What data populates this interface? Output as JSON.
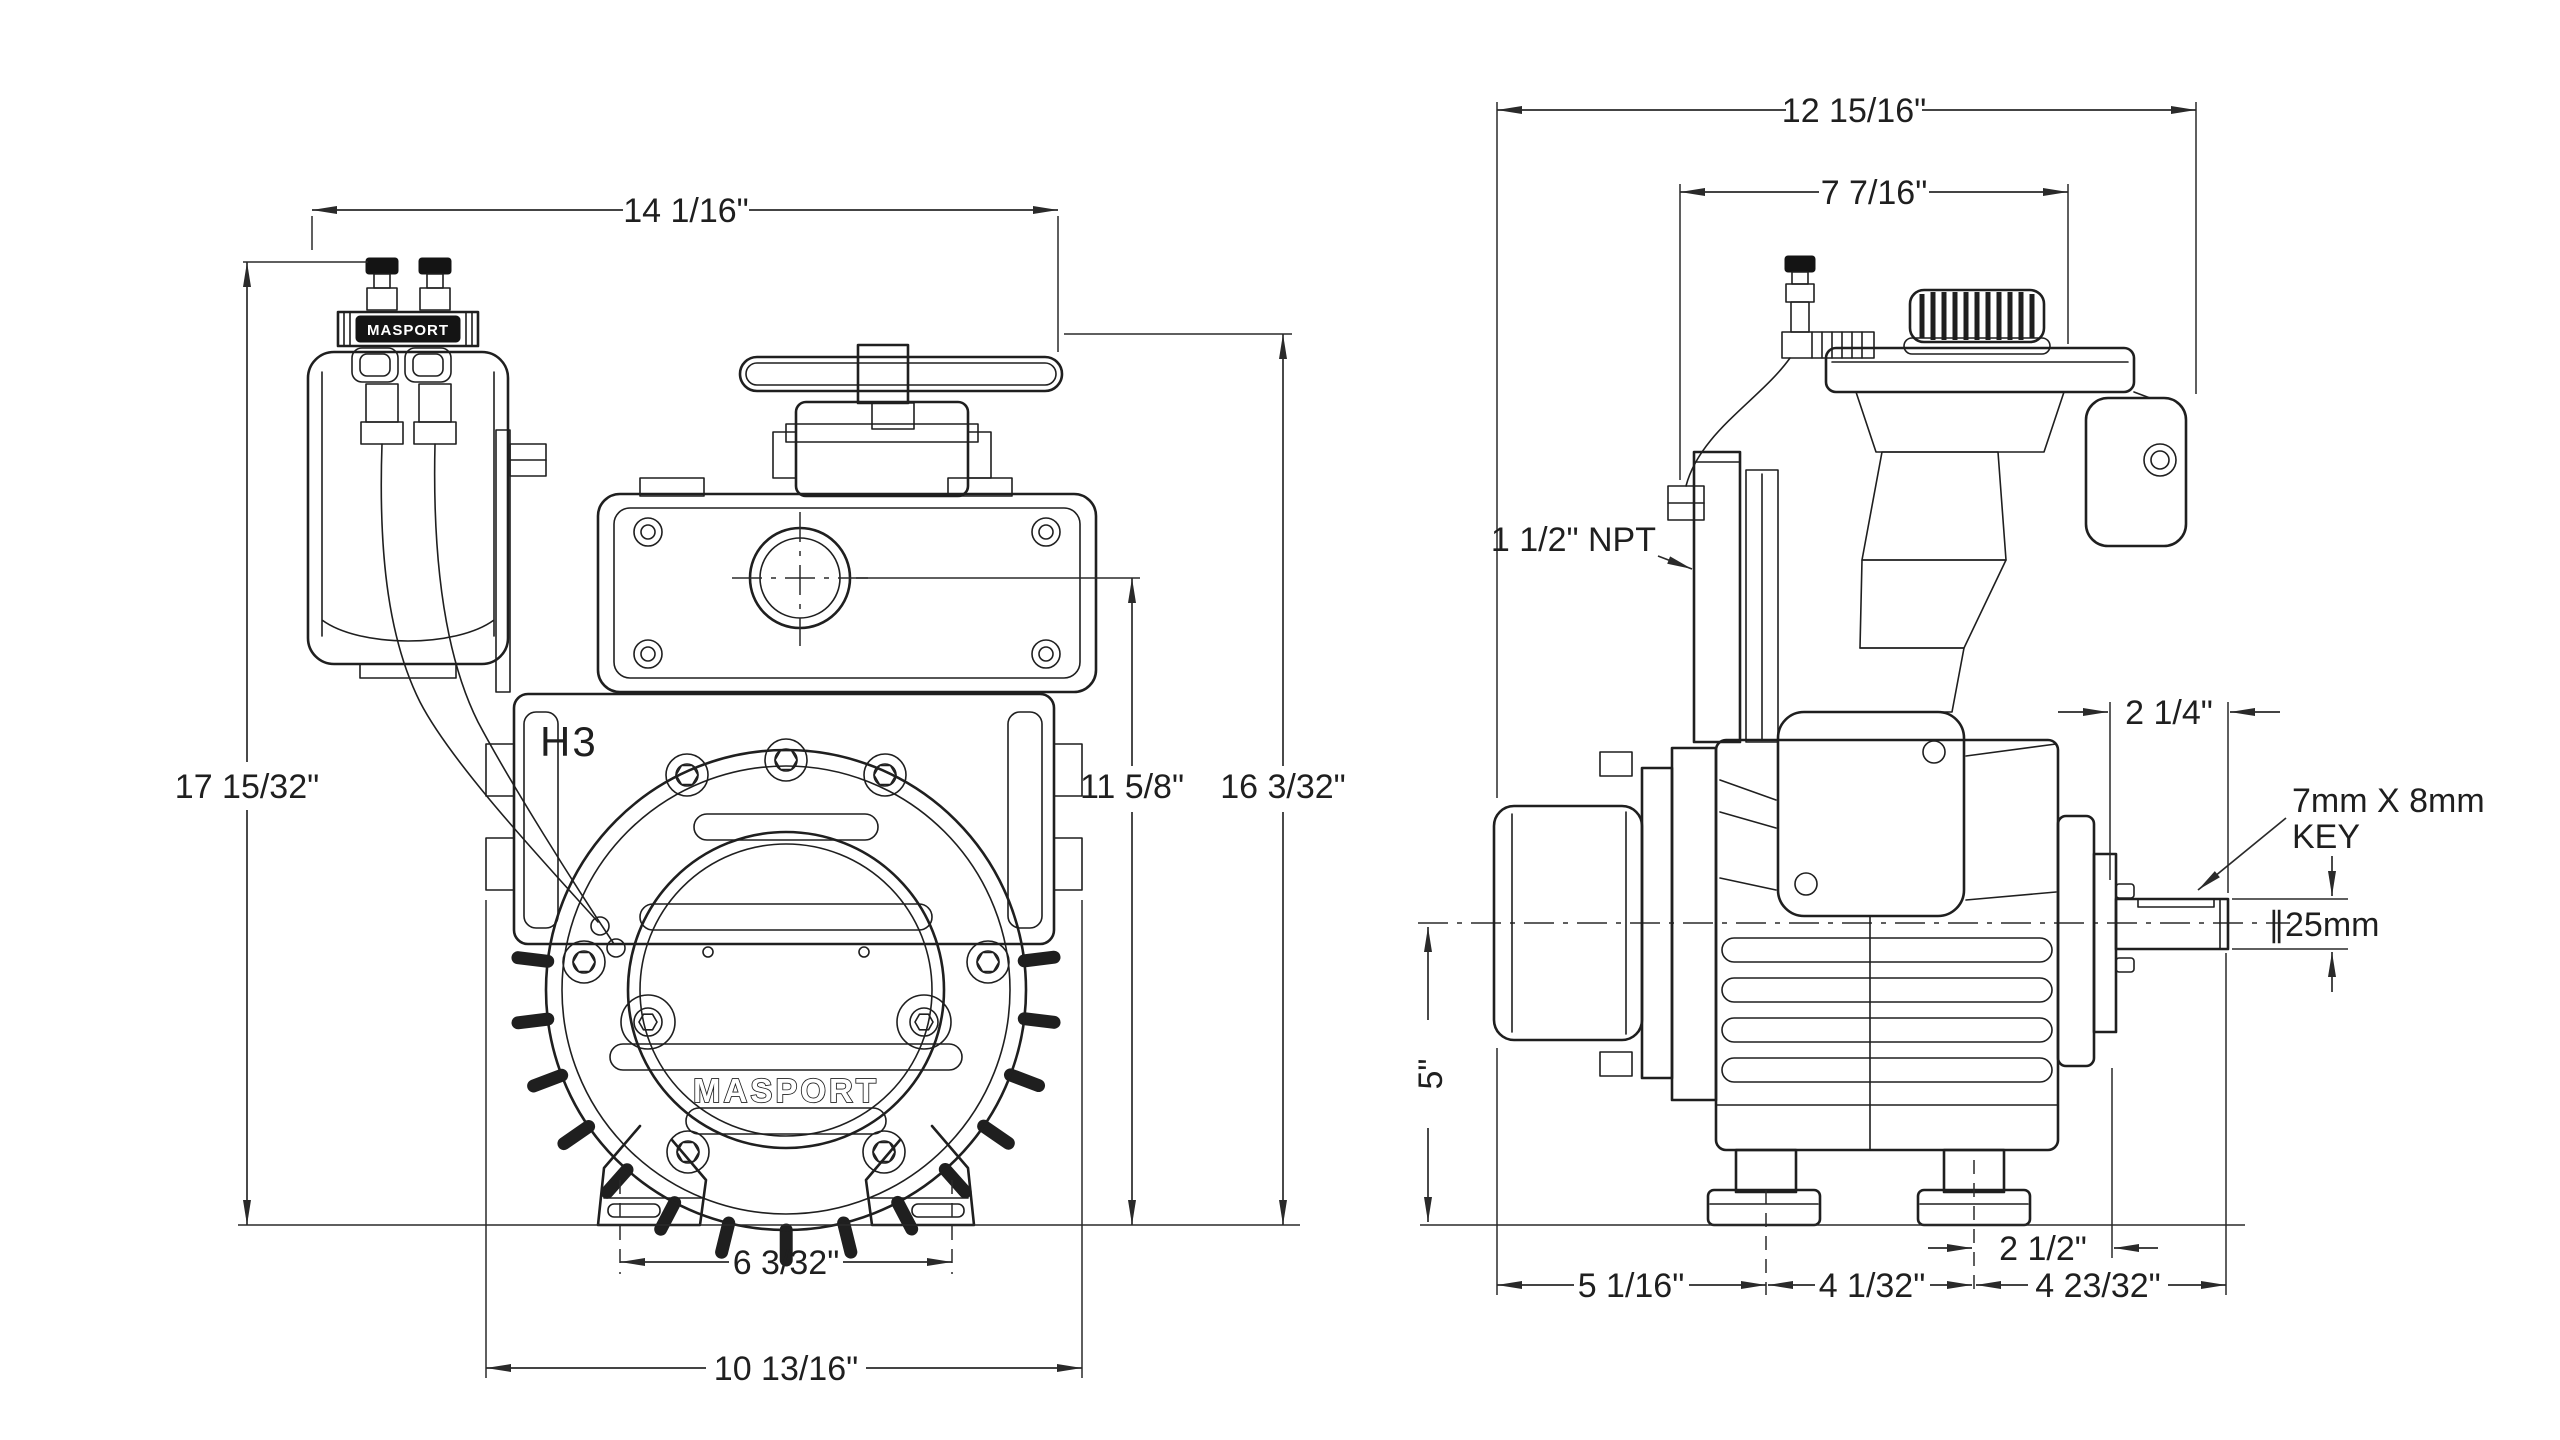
{
  "drawing": {
    "title": "Masport H3 pump dimensional drawing",
    "front_view": {
      "model_label": "H3",
      "brand_logo": "MASPORT",
      "oiler_label": "MASPORT",
      "dim_overall_width": "14 1/16\"",
      "dim_overall_height": "17 15/32\"",
      "dim_port_height": "11 5/8\"",
      "dim_top_height": "16 3/32\"",
      "dim_foot_holes": "6 3/32\"",
      "dim_base_width": "10 13/16\""
    },
    "side_view": {
      "dim_overall_width": "12 15/16\"",
      "dim_top_width": "7 7/16\"",
      "inlet_note": "1 1/2\" NPT",
      "dim_shaft_length": "2 1/4\"",
      "key_note_line1": "7mm X 8mm",
      "key_note_line2": "KEY",
      "shaft_diameter": "∥25mm",
      "dim_centerline_height": "5\"",
      "dim_foot_offset": "2 1/2\"",
      "dim_base_left": "5 1/16\"",
      "dim_base_mid": "4 1/32\"",
      "dim_base_right": "4 23/32\""
    }
  }
}
